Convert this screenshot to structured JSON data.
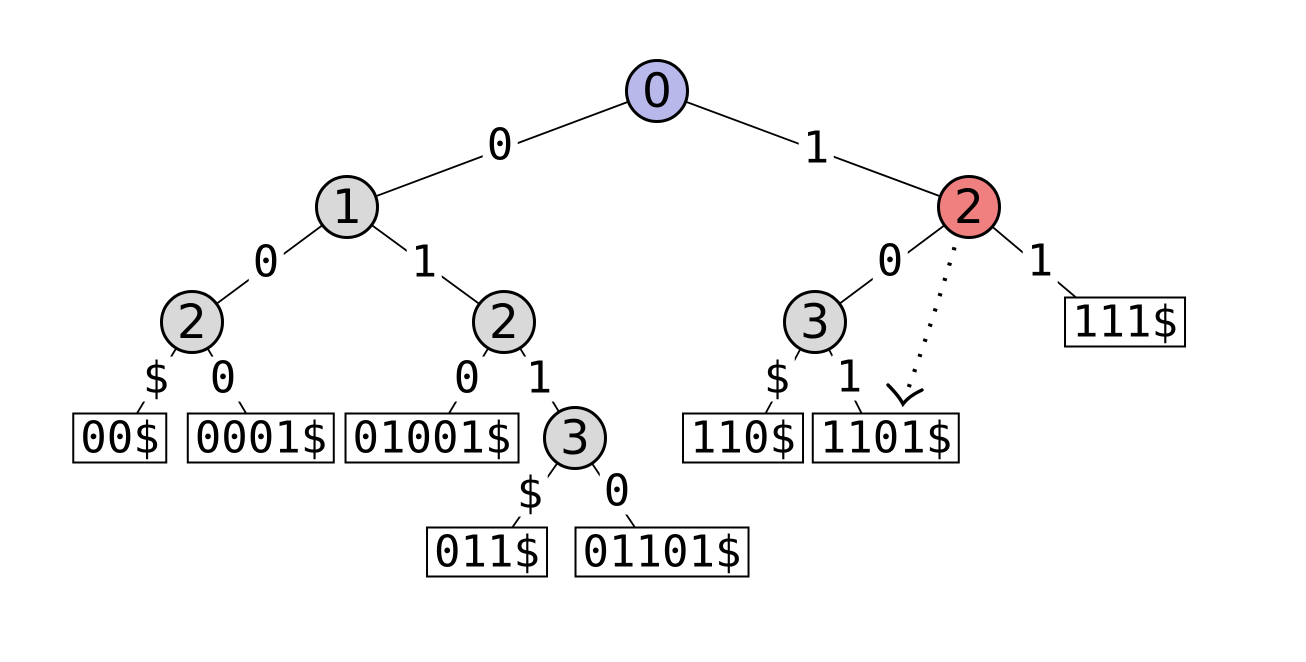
{
  "tree": {
    "nodes": [
      {
        "id": "root",
        "label": "0",
        "fill": "#b8b8ea"
      },
      {
        "id": "n1",
        "label": "1",
        "fill": "#d9d9d9"
      },
      {
        "id": "n2-left",
        "label": "2",
        "fill": "#d9d9d9"
      },
      {
        "id": "n2-mid",
        "label": "2",
        "fill": "#d9d9d9"
      },
      {
        "id": "n3-mid",
        "label": "3",
        "fill": "#d9d9d9"
      },
      {
        "id": "n2-right",
        "label": "2",
        "fill": "#f08080"
      },
      {
        "id": "n3-right",
        "label": "3",
        "fill": "#d9d9d9"
      }
    ],
    "leaves": [
      {
        "id": "leaf-00",
        "label": "00$"
      },
      {
        "id": "leaf-0001",
        "label": "0001$"
      },
      {
        "id": "leaf-01001",
        "label": "01001$"
      },
      {
        "id": "leaf-011",
        "label": "011$"
      },
      {
        "id": "leaf-01101",
        "label": "01101$"
      },
      {
        "id": "leaf-110",
        "label": "110$"
      },
      {
        "id": "leaf-1101",
        "label": "1101$"
      },
      {
        "id": "leaf-111",
        "label": "111$"
      }
    ],
    "edges": [
      {
        "from": "root",
        "to": "n1",
        "label": "0"
      },
      {
        "from": "root",
        "to": "n2-right",
        "label": "1"
      },
      {
        "from": "n1",
        "to": "n2-left",
        "label": "0"
      },
      {
        "from": "n1",
        "to": "n2-mid",
        "label": "1"
      },
      {
        "from": "n2-left",
        "to": "leaf-00",
        "label": "$"
      },
      {
        "from": "n2-left",
        "to": "leaf-0001",
        "label": "0"
      },
      {
        "from": "n2-mid",
        "to": "leaf-01001",
        "label": "0"
      },
      {
        "from": "n2-mid",
        "to": "n3-mid",
        "label": "1"
      },
      {
        "from": "n3-mid",
        "to": "leaf-011",
        "label": "$"
      },
      {
        "from": "n3-mid",
        "to": "leaf-01101",
        "label": "0"
      },
      {
        "from": "n2-right",
        "to": "n3-right",
        "label": "0"
      },
      {
        "from": "n2-right",
        "to": "leaf-111",
        "label": "1"
      },
      {
        "from": "n3-right",
        "to": "leaf-110",
        "label": "$"
      },
      {
        "from": "n3-right",
        "to": "leaf-1101",
        "label": "1"
      }
    ],
    "suffix_link": {
      "type": "dotted-arrow",
      "from": "n2-right",
      "to": "leaf-1101"
    },
    "colors": {
      "root_fill": "#b8b8ea",
      "internal_fill": "#d9d9d9",
      "highlight_fill": "#f08080",
      "leaf_fill": "#ffffff",
      "stroke": "#000000"
    }
  }
}
